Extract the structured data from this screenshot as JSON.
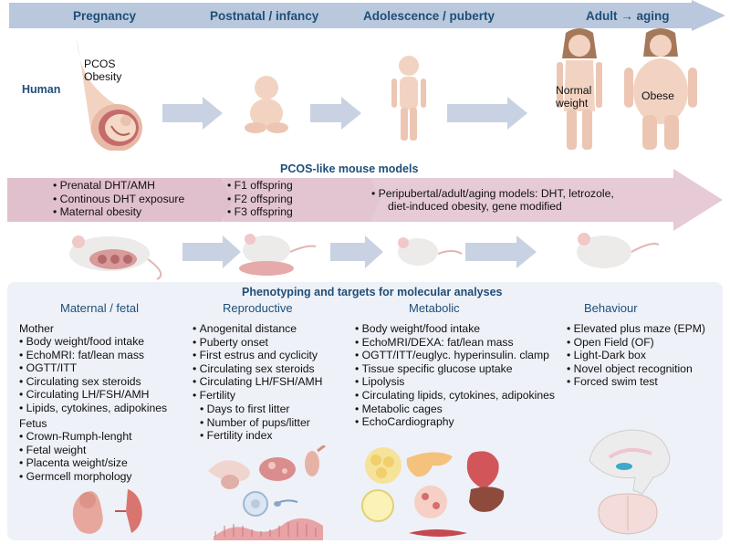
{
  "timeline": {
    "stages": [
      "Pregnancy",
      "Postnatal / infancy",
      "Adolescence / puberty",
      "Adult → aging"
    ],
    "arrow_color": "#b9c8dc"
  },
  "human": {
    "row_label": "Human",
    "pregnancy_note": [
      "PCOS",
      "Obesity"
    ],
    "normal_weight": [
      "Normal",
      "weight"
    ],
    "obese": "Obese"
  },
  "mouse": {
    "title": "PCOS-like mouse models",
    "prenatal": [
      "Prenatal DHT/AMH",
      "Continous DHT exposure",
      "Maternal obesity"
    ],
    "offspring": [
      "F1 offspring",
      "F2 offspring",
      "F3 offspring"
    ],
    "adult_models": [
      "Peripubertal/adult/aging models:  DHT, letrozole,",
      "diet-induced obesity, gene modified"
    ],
    "arrow_color": "#e6cad6"
  },
  "phenotyping": {
    "title": "Phenotyping and targets for molecular analyses",
    "panel_color": "#eef1f7",
    "maternal": {
      "title": "Maternal / fetal",
      "mother_heading": "Mother",
      "mother_items": [
        "Body weight/food intake",
        "EchoMRI: fat/lean mass",
        "OGTT/ITT",
        "Circulating sex steroids",
        "Circulating LH/FSH/AMH",
        "Lipids, cytokines, adipokines"
      ],
      "fetus_heading": "Fetus",
      "fetus_items": [
        "Crown-Rumph-lenght",
        "Fetal weight",
        "Placenta weight/size",
        "Germcell morphology"
      ]
    },
    "reproductive": {
      "title": "Reproductive",
      "items": [
        "Anogenital distance",
        "Puberty onset",
        "First estrus and cyclicity",
        "Circulating sex steroids",
        "Circulating LH/FSH/AMH",
        "Fertility"
      ],
      "fertility_items": [
        "Days to first litter",
        "Number of pups/litter",
        "Fertility index"
      ]
    },
    "metabolic": {
      "title": "Metabolic",
      "items": [
        "Body weight/food intake",
        "EchoMRI/DEXA: fat/lean mass",
        "OGTT/ITT/euglyc. hyperinsulin. clamp",
        "Tissue specific glucose uptake",
        "Lipolysis",
        "Circulating lipids, cytokines, adipokines",
        "Metabolic cages",
        "EchoCardiography"
      ]
    },
    "behaviour": {
      "title": "Behaviour",
      "items": [
        "Elevated plus maze (EPM)",
        "Open Field (OF)",
        "Light-Dark box",
        "Novel object recognition",
        "Forced swim test"
      ]
    }
  }
}
